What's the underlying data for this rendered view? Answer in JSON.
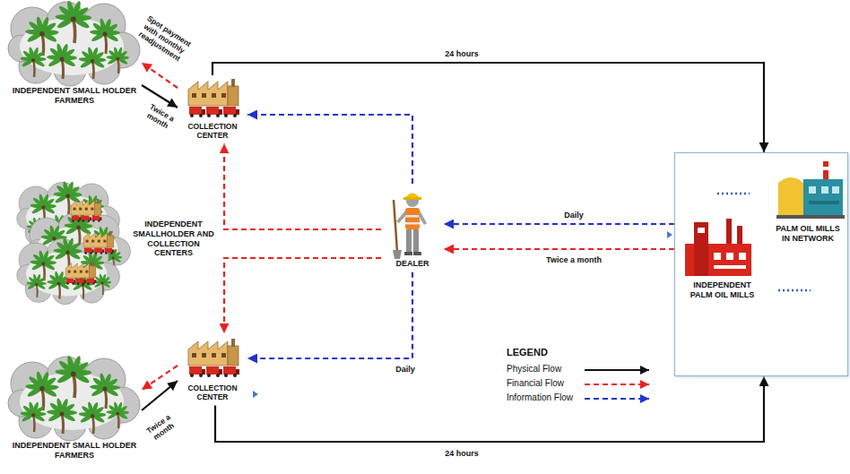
{
  "diagram": {
    "nodes": [
      {
        "text": [
          "INDEPENDENT SMALL HOLDER FARMERS"
        ]
      },
      {
        "text": [
          "COLLECTION CENTER"
        ]
      },
      {
        "text": [
          "INDEPENDENT SMALLHOLDER AND COLLECTION CENTERS"
        ]
      },
      {
        "text": [
          "DEALER"
        ]
      },
      {
        "text": []
      },
      {
        "text": [
          "INDEPENDENT PALM OIL MILLS"
        ],
        "in": 4
      },
      {
        "text": [
          "PALM OIL MILLS IN NETWORK"
        ],
        "in": 4
      },
      {
        "text": [
          "COLLECTION CENTER"
        ]
      },
      {
        "text": [
          "INDEPENDENT SMALL HOLDER FARMERS"
        ]
      }
    ],
    "edges": [
      {
        "from": 0,
        "to": 1,
        "arrow": "to",
        "label": "Twice a month"
      },
      {
        "from": 1,
        "to": 0,
        "arrow": "to",
        "label": "Spot payment with monthly readjustment"
      },
      {
        "from": 1,
        "to": 4,
        "arrow": "to",
        "label": "24 hours"
      },
      {
        "from": 3,
        "to": 1,
        "arrow": "to"
      },
      {
        "from": 3,
        "to": 1,
        "arrow": "to"
      },
      {
        "from": 4,
        "to": 3,
        "arrow": "to",
        "label": "Daily"
      },
      {
        "from": 4,
        "to": 3,
        "arrow": "to",
        "label": "Twice a month"
      },
      {
        "from": 3,
        "to": 7,
        "arrow": "to"
      },
      {
        "from": 3,
        "to": 7,
        "arrow": "to",
        "label": "Daily"
      },
      {
        "from": 8,
        "to": 7,
        "arrow": "to",
        "label": "Twice a month"
      },
      {
        "from": 7,
        "to": 8,
        "arrow": "to"
      },
      {
        "from": 7,
        "to": 4,
        "arrow": "to",
        "label": "24 hours"
      }
    ],
    "labels": [
      "LEGEND"
    ],
    "legend": [
      {
        "text": "Physical Flow"
      },
      {
        "text": "Financial Flow"
      },
      {
        "text": "Information Flow"
      }
    ]
  }
}
